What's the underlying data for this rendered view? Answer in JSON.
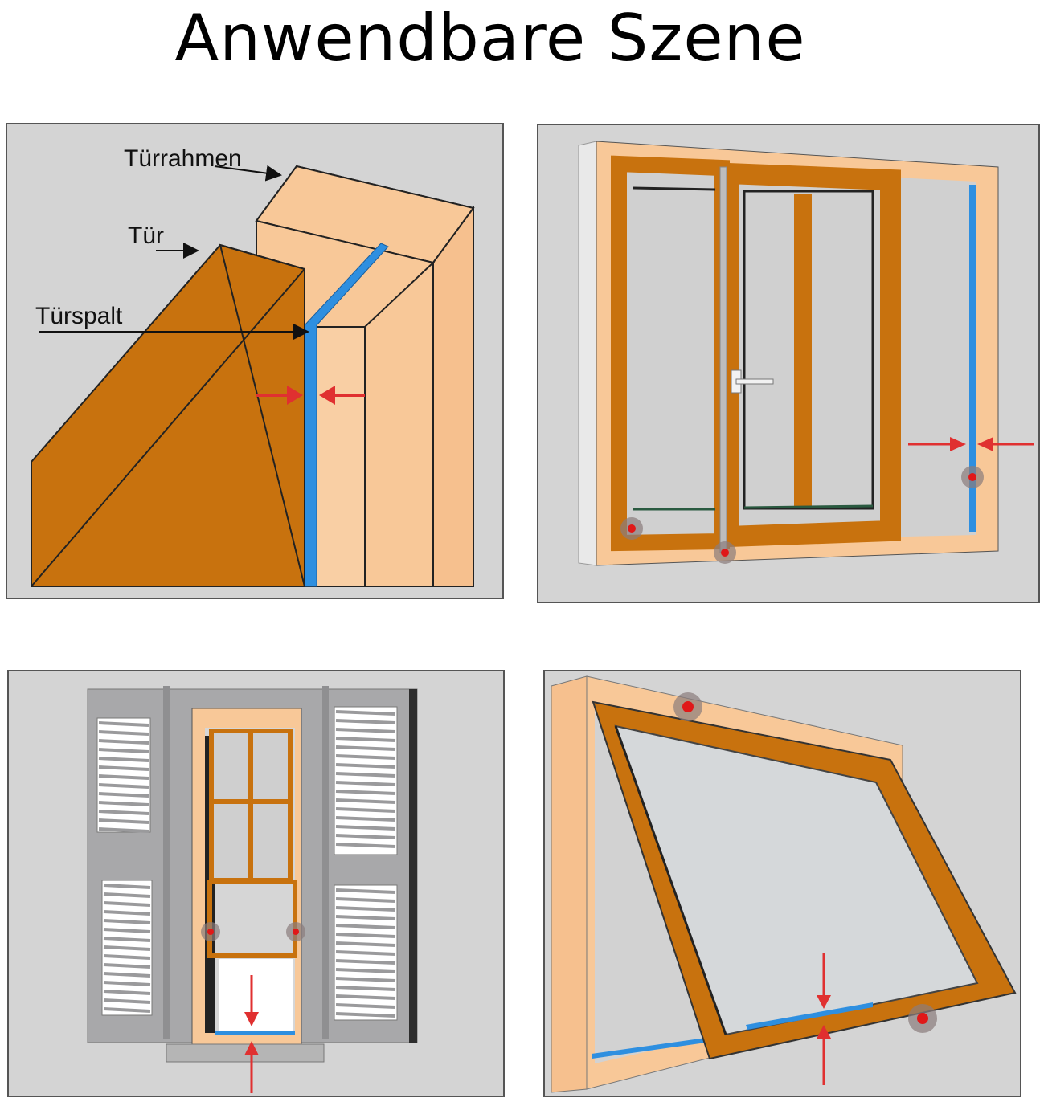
{
  "title": "Anwendbare Szene",
  "labels": {
    "door_frame": "Türrahmen",
    "door": "Tür",
    "door_gap": "Türspalt"
  },
  "colors": {
    "panel_bg": "#d4d4d4",
    "frame_light": "#f8c898",
    "frame_dark": "#c8720e",
    "seal_blue": "#2e8fe0",
    "arrow_red": "#e03030",
    "glass": "#cfd3d6",
    "shutter_grey": "#a8a8aa"
  },
  "scenes": [
    {
      "id": "door-gap",
      "icon": "door-frame-seal-icon"
    },
    {
      "id": "sliding-window",
      "icon": "sliding-window-seal-icon"
    },
    {
      "id": "sash-window-shutters",
      "icon": "sash-window-seal-icon"
    },
    {
      "id": "tilt-window",
      "icon": "tilt-window-seal-icon"
    }
  ]
}
